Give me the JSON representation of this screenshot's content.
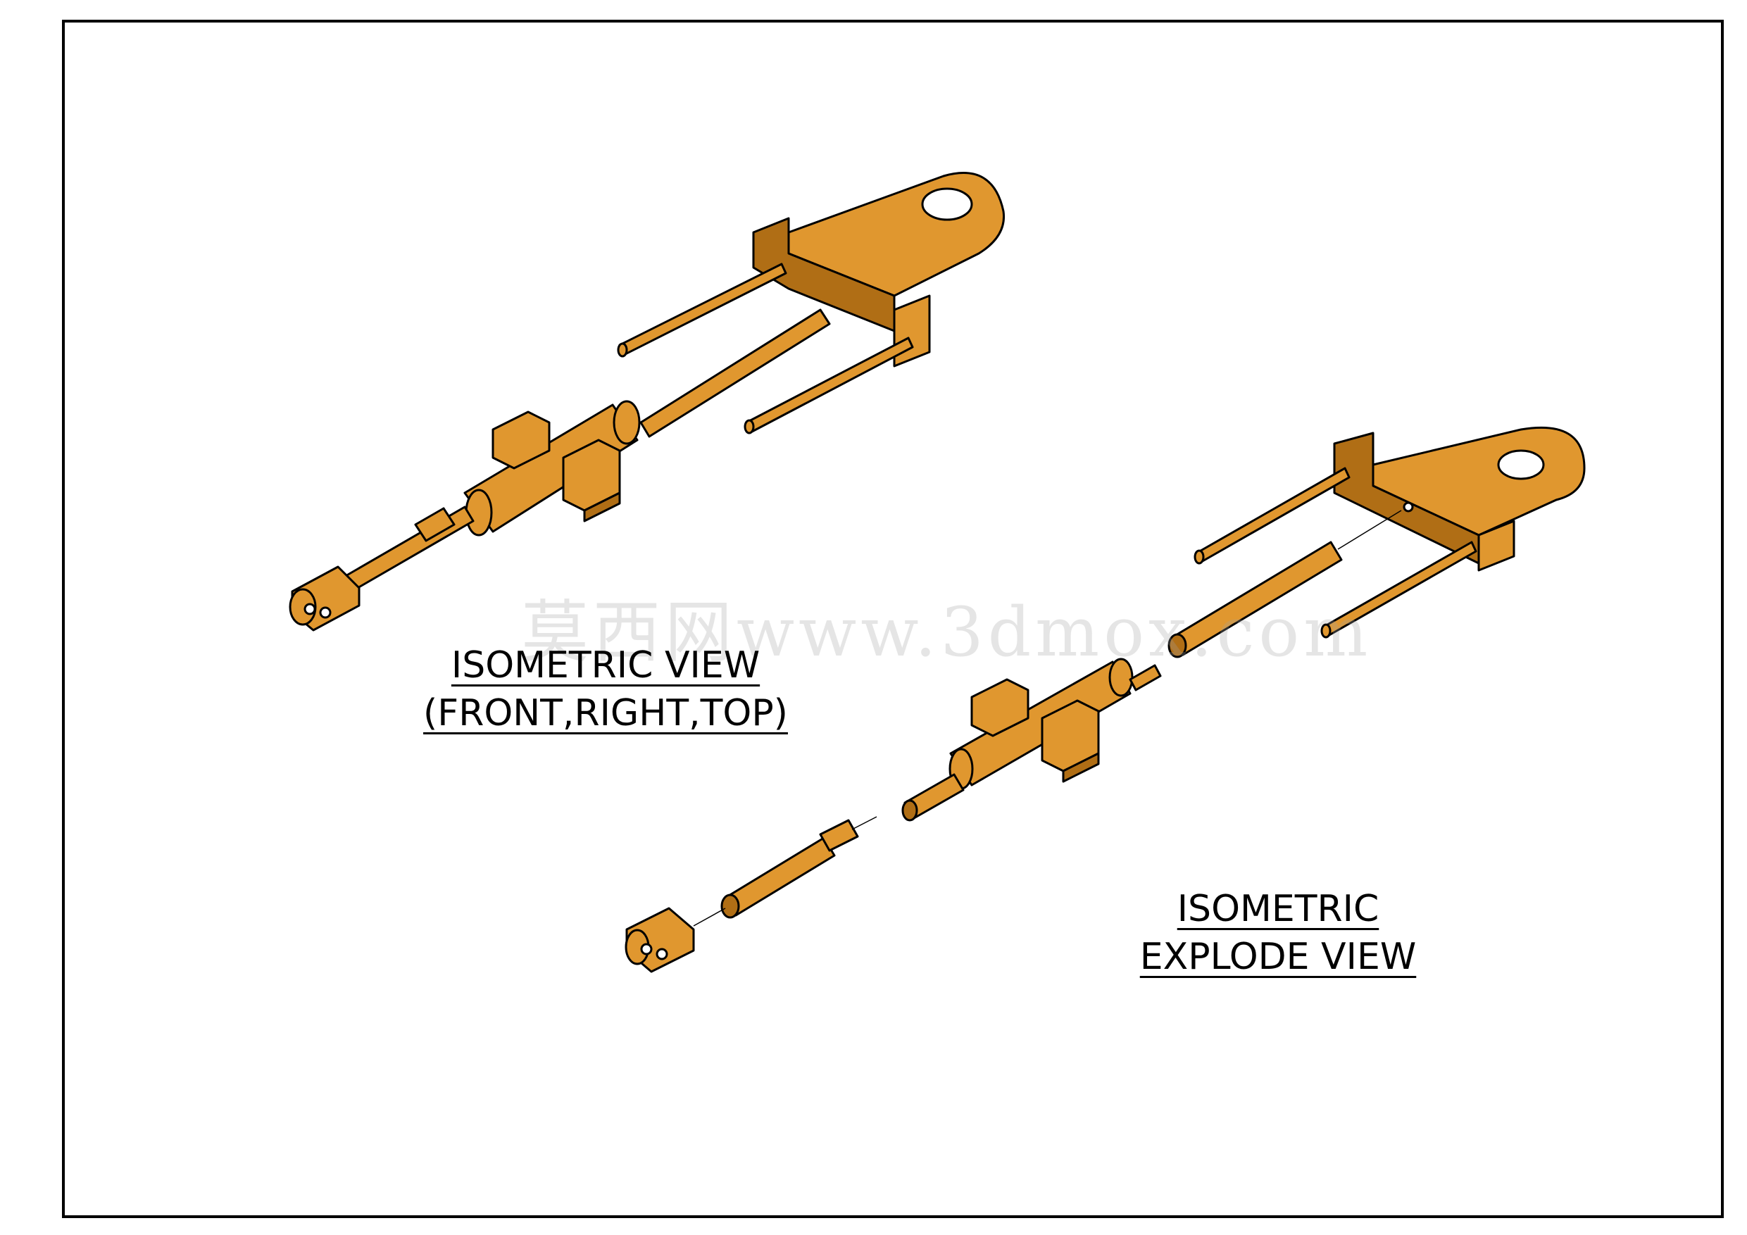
{
  "labels": {
    "isometric_line1": "ISOMETRIC VIEW",
    "isometric_line2": "(FRONT,RIGHT,TOP)",
    "explode_line1": "ISOMETRIC",
    "explode_line2": "EXPLODE VIEW"
  },
  "watermark": "莫西网www.3dmox.com",
  "colors": {
    "part": "#E0972F",
    "part_shadow": "#B06E15",
    "frame": "#000000"
  }
}
